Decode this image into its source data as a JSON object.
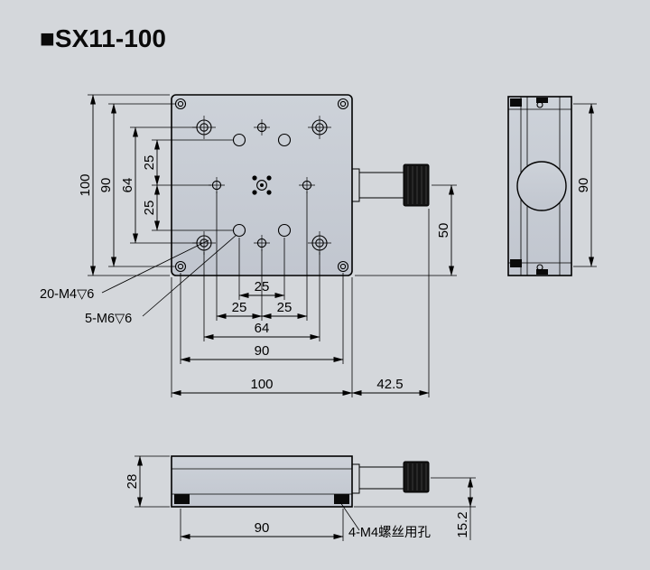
{
  "title": "■SX11-100",
  "top_view": {
    "dim_left_100": "100",
    "dim_left_90": "90",
    "dim_left_64": "64",
    "dim_left_25_upper": "25",
    "dim_left_25_lower": "25",
    "dim_bottom_25_center": "25",
    "dim_bottom_25_left": "25",
    "dim_bottom_25_right": "25",
    "dim_bottom_64": "64",
    "dim_bottom_90": "90",
    "dim_bottom_100": "100",
    "dim_bottom_42_5": "42.5",
    "dim_right_50": "50",
    "callout_m4_holes": "20-M4▽6",
    "callout_m6_holes": "5-M6▽6"
  },
  "side_view": {
    "dim_90": "90"
  },
  "front_view": {
    "dim_left_28": "28",
    "dim_bottom_90": "90",
    "dim_right_15_2": "15.2",
    "callout_base_holes": "4-M4螺丝用孔"
  },
  "colors": {
    "background": "#d4d7db",
    "surface": "#c8ccd4",
    "line": "#000000",
    "knob": "#141414"
  }
}
